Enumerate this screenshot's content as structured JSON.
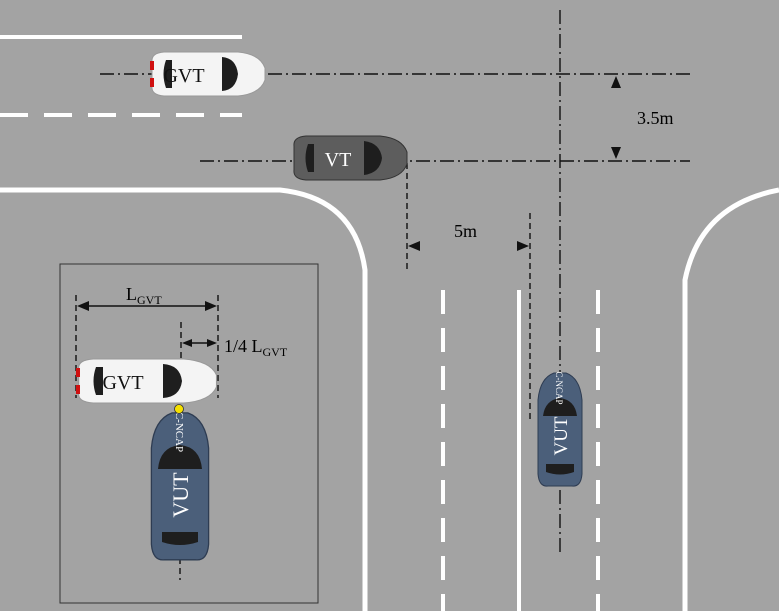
{
  "colors": {
    "road": "#a3a3a3",
    "marking": "#ffffff",
    "guide": "#111111",
    "gvt_body": "#f4f4f4",
    "vt_body": "#5d5d5d",
    "vut_body": "#4b5f7a",
    "glass": "#1e1e1e",
    "contact_point": "#f5e000"
  },
  "labels": {
    "gap_lateral": "3.5m",
    "gap_longitudinal": "5m",
    "length_main": "L",
    "length_sub": "GVT",
    "quarter_main": "1/4 L",
    "quarter_sub": "GVT"
  },
  "vehicles": {
    "gvt_top": {
      "label": "GVT"
    },
    "vt": {
      "label": "VT"
    },
    "vut_right": {
      "label": "VUT",
      "badge": "C-NCAP"
    },
    "gvt_inset": {
      "label": "GVT"
    },
    "vut_inset": {
      "label": "VUT",
      "badge": "C-NCAP"
    }
  }
}
